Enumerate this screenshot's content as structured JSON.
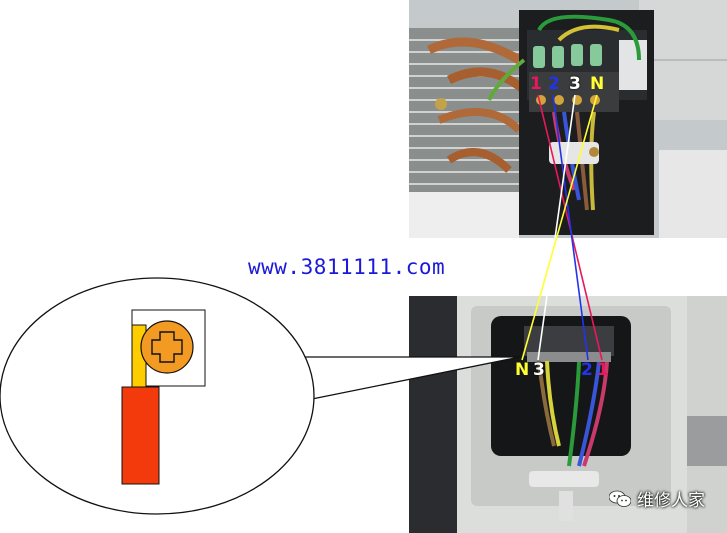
{
  "website": "www.3811111.com",
  "top_labels": [
    "1",
    "2",
    "3",
    "N"
  ],
  "bottom_labels": [
    "N",
    "3",
    "2",
    "1"
  ],
  "watermark": {
    "text": "维修人家",
    "icon": "wechat-icon"
  },
  "colors": {
    "wire_1": "#e8185a",
    "wire_2": "#2233ee",
    "wire_3": "#ffffff",
    "wire_n": "#ffff33",
    "terminal_red": "#f23a0c",
    "screw_orange": "#f29a22",
    "lug_yellow": "#ffcc00",
    "website_blue": "#1a1ad8"
  }
}
